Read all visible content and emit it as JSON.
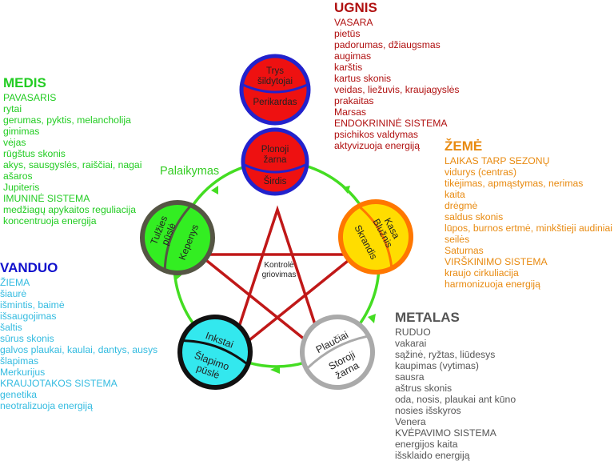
{
  "colors": {
    "medis": "#22cc22",
    "ugnis": "#b01010",
    "zeme": "#e88a10",
    "metalas": "#555555",
    "vanduo_title": "#1010cc",
    "vanduo_text": "#33bbe0",
    "arrow": "#44dd22",
    "star": "#c01818"
  },
  "medis": {
    "title": "MEDIS",
    "lines": [
      "PAVASARIS",
      "rytai",
      "gerumas, pyktis, melancholija",
      "gimimas",
      "vėjas",
      "rūgštus skonis",
      "akys, sausgyslės, raiščiai, nagai",
      "ašaros",
      "Jupiteris",
      "IMUNINĖ SISTEMA",
      "medžiagų apykaitos reguliacija",
      "koncentruoja energija"
    ]
  },
  "ugnis": {
    "title": "UGNIS",
    "lines": [
      "VASARA",
      "pietūs",
      "padorumas, džiaugsmas",
      "augimas",
      "karštis",
      "kartus skonis",
      "veidas, liežuvis, kraujagyslės",
      "prakaitas",
      "Marsas",
      "ENDOKRININĖ SISTEMA",
      "psichikos valdymas",
      "aktyvizuoja energiją"
    ]
  },
  "zeme": {
    "title": "ŽEMĖ",
    "lines": [
      "LAIKAS TARP SEZONŲ",
      "vidurys (centras)",
      "tikėjimas, apmąstymas, nerimas",
      "kaita",
      "drėgmė",
      "saldus skonis",
      "lūpos, burnos ertmė, minkštieji audiniai",
      "seilės",
      "Saturnas",
      "VIRŠKINIMO SISTEMA",
      "kraujo cirkuliacija",
      "harmonizuoja energiją"
    ]
  },
  "metalas": {
    "title": "METALAS",
    "lines": [
      "RUDUO",
      "vakarai",
      "sąžinė, ryžtas, liūdesys",
      "kaupimas (vytimas)",
      "sausra",
      "aštrus skonis",
      "oda, nosis, plaukai ant kūno",
      "nosies išskyros",
      "Venera",
      "KVĖPAVIMO SISTEMA",
      "energijos kaita",
      "išsklaido energiją"
    ]
  },
  "vanduo": {
    "title": "VANDUO",
    "lines": [
      "ŽIEMA",
      "šiaurė",
      "išmintis, baimė",
      "išsaugojimas",
      "šaltis",
      "sūrus skonis",
      "galvos plaukai, kaulai, dantys, ausys",
      "šlapimas",
      "Merkurijus",
      "KRAUJOTAKOS SISTEMA",
      "genetika",
      "neotralizuoja energiją"
    ]
  },
  "diagram": {
    "support_label": "Palaikymas",
    "control_label_1": "Kontrolė",
    "control_label_2": "griovimas",
    "fire_top": {
      "upper_1": "Trys",
      "upper_2": "šildytojai",
      "lower": "Perikardas"
    },
    "fire": {
      "upper_1": "Plonoji",
      "upper_2": "žarna",
      "lower": "Širdis"
    },
    "earth": {
      "upper": "Kasa",
      "upper_2": "Blužnis",
      "lower": "Skrandis"
    },
    "metal": {
      "upper": "Plaučiai",
      "lower_1": "Storoji",
      "lower_2": "žarna"
    },
    "water": {
      "upper": "Inkstai",
      "lower_1": "Šlapimo",
      "lower_2": "pūslė"
    },
    "wood": {
      "upper_1": "Tulžies",
      "upper_2": "pūslė",
      "lower": "Kepenys"
    }
  }
}
